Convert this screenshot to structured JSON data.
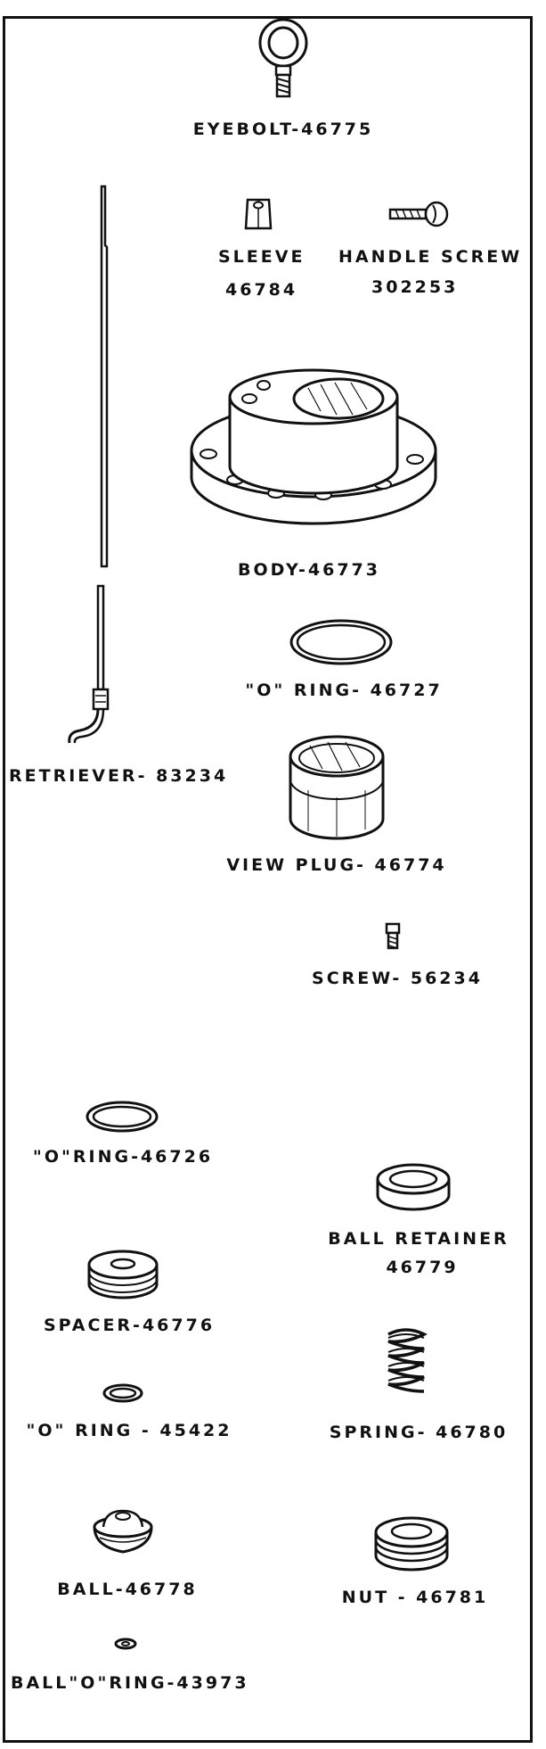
{
  "parts": {
    "eyebolt": "EYEBOLT-46775",
    "sleeve_name": "SLEEVE",
    "sleeve_num": "46784",
    "handle_screw_name": "HANDLE SCREW",
    "handle_screw_num": "302253",
    "body": "BODY-46773",
    "o_ring_46727": "\"O\" RING- 46727",
    "retriever": "RETRIEVER- 83234",
    "view_plug": "VIEW PLUG- 46774",
    "screw": "SCREW- 56234",
    "o_ring_46726": "\"O\"RING-46726",
    "ball_retainer_name": "BALL RETAINER",
    "ball_retainer_num": "46779",
    "spacer": "SPACER-46776",
    "o_ring_45422": "\"O\" RING - 45422",
    "spring": "SPRING- 46780",
    "ball": "BALL-46778",
    "nut": "NUT - 46781",
    "ball_o_ring": "BALL\"O\"RING-43973"
  }
}
